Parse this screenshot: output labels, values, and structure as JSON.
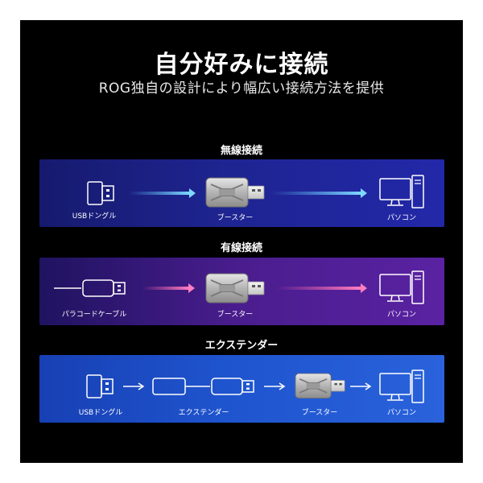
{
  "header": {
    "title": "自分好みに接続",
    "subtitle": "ROG独自の設計により幅広い接続方法を提供"
  },
  "sections": [
    {
      "heading": "無線接続",
      "labels": [
        "USBドングル",
        "ブースター",
        "パソコン"
      ]
    },
    {
      "heading": "有線接続",
      "labels": [
        "パラコードケーブル",
        "ブースター",
        "パソコン"
      ]
    },
    {
      "heading": "エクステンダー",
      "labels": [
        "USBドングル",
        "エクステンダー",
        "ブースター",
        "パソコン"
      ]
    }
  ],
  "icons": [
    "usb-dongle-icon",
    "booster-icon",
    "pc-icon",
    "cable-icon",
    "extender-icon",
    "arrow-right-icon"
  ],
  "colors": {
    "background": "#000000",
    "wireless_panel": "#1e2490",
    "wired_panel": "#4a1d8e",
    "extender_panel": "#1f56d0",
    "wireless_arrow": "#5fc8ff",
    "wired_arrow": "#ff5fa8"
  }
}
